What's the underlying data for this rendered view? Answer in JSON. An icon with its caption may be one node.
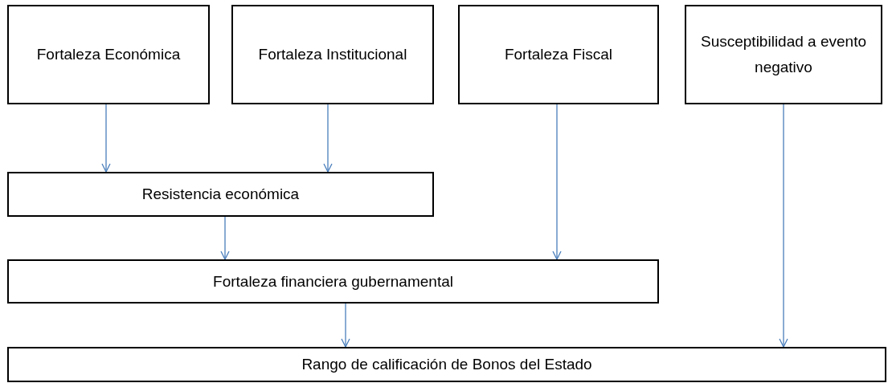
{
  "diagram": {
    "nodes": [
      {
        "text": [
          "Fortaleza Económica"
        ]
      },
      {
        "text": [
          "Fortaleza Institucional"
        ]
      },
      {
        "text": [
          "Fortaleza Fiscal"
        ]
      },
      {
        "text": [
          "Susceptibilidad a evento negativo"
        ]
      },
      {
        "text": [
          "Resistencia económica"
        ]
      },
      {
        "text": [
          "Fortaleza financiera gubernamental"
        ]
      },
      {
        "text": [
          "Rango de calificación de Bonos del Estado"
        ]
      }
    ],
    "edges": [
      {
        "from": 0,
        "to": 4,
        "arrow": "to"
      },
      {
        "from": 1,
        "to": 4,
        "arrow": "to"
      },
      {
        "from": 4,
        "to": 5,
        "arrow": "to"
      },
      {
        "from": 2,
        "to": 5,
        "arrow": "to"
      },
      {
        "from": 5,
        "to": 6,
        "arrow": "to"
      },
      {
        "from": 3,
        "to": 6,
        "arrow": "to"
      }
    ]
  }
}
